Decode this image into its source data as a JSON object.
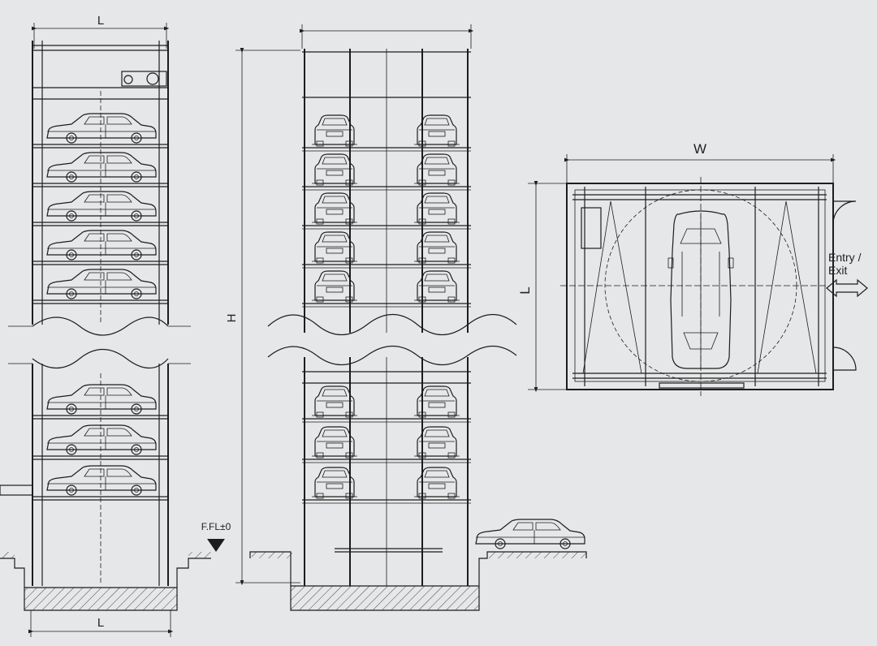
{
  "labels": {
    "side_top_length": "L",
    "side_bottom_length": "L",
    "front_height": "H",
    "plan_width": "W",
    "plan_length": "L",
    "floor_level": "F.FL±0",
    "entry_line1": "Entry /",
    "entry_line2": "Exit"
  },
  "colors": {
    "background": "#e6e7e8",
    "line": "#1d1d1d"
  },
  "views": [
    {
      "name": "side-elevation",
      "cars_upper": 5,
      "cars_lower": 3
    },
    {
      "name": "front-elevation",
      "columns": 2,
      "cars_upper_per_column": 5,
      "cars_lower_per_column": 3
    },
    {
      "name": "plan-view"
    }
  ]
}
